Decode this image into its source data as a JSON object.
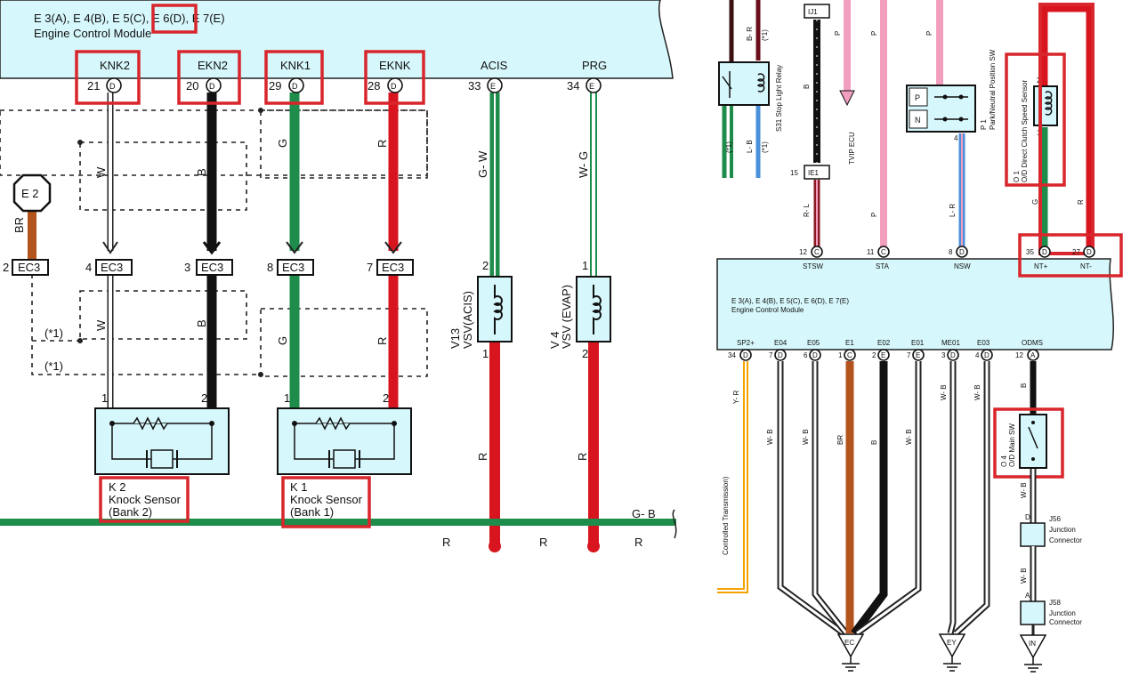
{
  "left": {
    "ecm_connectors": "E 3(A), E 4(B), E 5(C), E 6(D), E 7(E)",
    "ecm_title": "Engine Control Module",
    "terminals": [
      {
        "name": "KNK2",
        "pin": "21",
        "conn": "D"
      },
      {
        "name": "EKN2",
        "pin": "20",
        "conn": "D"
      },
      {
        "name": "KNK1",
        "pin": "29",
        "conn": "D"
      },
      {
        "name": "EKNK",
        "pin": "28",
        "conn": "D"
      },
      {
        "name": "ACIS",
        "pin": "33",
        "conn": "E"
      },
      {
        "name": "PRG",
        "pin": "34",
        "conn": "E"
      }
    ],
    "wire_colors": {
      "w": "W",
      "b": "B",
      "g": "G",
      "r": "R",
      "gw": "G- W",
      "wg": "W- G",
      "br": "BR",
      "gb": "G- B",
      "r_low1": "R",
      "r_low2": "R"
    },
    "ground_label": "E 2",
    "ec3": [
      {
        "pin": "2",
        "label": "EC3"
      },
      {
        "pin": "4",
        "label": "EC3"
      },
      {
        "pin": "3",
        "label": "EC3"
      },
      {
        "pin": "8",
        "label": "EC3"
      },
      {
        "pin": "7",
        "label": "EC3"
      }
    ],
    "shield_note": "(*1)",
    "vsv_acis": {
      "pin_top": "2",
      "pin_bottom": "1",
      "id": "V13",
      "name": "VSV(ACIS)"
    },
    "vsv_evap": {
      "pin_top": "1",
      "pin_bottom": "2",
      "id": "V 4",
      "name": "VSV (EVAP)"
    },
    "k2": {
      "id": "K 2",
      "line1": "Knock Sensor",
      "line2": "(Bank 2)",
      "pin1": "1",
      "pin2": "2"
    },
    "k1": {
      "id": "K 1",
      "line1": "Knock Sensor",
      "line2": "(Bank 1)",
      "pin1": "1",
      "pin2": "2"
    },
    "cut_letter": "R"
  },
  "right": {
    "top_wires": [
      "B- R",
      "(*1)",
      "(*1)",
      "L- B",
      "(*1)",
      "B",
      "P",
      "P",
      "L- R",
      "G",
      "R",
      "R- L"
    ],
    "ij1": "IJ1",
    "ie1": "IE1",
    "ie1_pin": "15",
    "relay_label": "S31 Stop Light Relay",
    "tvip": "TVIP ECU",
    "pn_switch": {
      "p": "P",
      "n": "N",
      "id": "P 1",
      "name": "Park/Neutral Position SW",
      "pin": "4"
    },
    "od_sensor": {
      "id": "O 1",
      "name": "O/D Direct Clutch Speed Sensor",
      "pin_top": "2",
      "pin_bottom": "1"
    },
    "ecm_terms_top": [
      {
        "name": "STSW",
        "pin": "12",
        "conn": "C"
      },
      {
        "name": "STA",
        "pin": "11",
        "conn": "C"
      },
      {
        "name": "NSW",
        "pin": "8",
        "conn": "D"
      },
      {
        "name": "NT+",
        "pin": "35",
        "conn": "D"
      },
      {
        "name": "NT-",
        "pin": "27",
        "conn": "D"
      }
    ],
    "ecm_connectors": "E 3(A), E 4(B), E 5(C), E 6(D), E 7(E)",
    "ecm_title": "Engine Control Module",
    "ecm_terms_bottom": [
      {
        "name": "SP2+",
        "pin": "34",
        "conn": "D"
      },
      {
        "name": "E04",
        "pin": "7",
        "conn": "D"
      },
      {
        "name": "E05",
        "pin": "6",
        "conn": "D"
      },
      {
        "name": "E1",
        "pin": "1",
        "conn": "C"
      },
      {
        "name": "E02",
        "pin": "2",
        "conn": "E"
      },
      {
        "name": "E01",
        "pin": "7",
        "conn": "E"
      },
      {
        "name": "ME01",
        "pin": "3",
        "conn": "D"
      },
      {
        "name": "E03",
        "pin": "4",
        "conn": "D"
      },
      {
        "name": "ODMS",
        "pin": "12",
        "conn": "A"
      }
    ],
    "bottom_wires": [
      "Y- R",
      "W- B",
      "W- B",
      "BR",
      "B",
      "W- B",
      "W- B",
      "W- B",
      "B",
      "W- B",
      "W- B"
    ],
    "od_main_sw": {
      "id": "O 4",
      "name": "O/D Main SW"
    },
    "j56": {
      "id": "J56",
      "line1": "Junction",
      "line2": "Connector",
      "pin": "D"
    },
    "j58": {
      "id": "J58",
      "line1": "Junction",
      "line2": "Connector",
      "pin": "A"
    },
    "grounds": [
      "EC",
      "EY",
      "IN"
    ],
    "transmission_note": "Controlled Transmission)"
  },
  "colors": {
    "ecm_fill": "#d6f7fb",
    "highlight": "#d8262c",
    "green": "#1e8c4a",
    "red": "#d8141f",
    "brown": "#b3541e",
    "pink": "#f29fbf",
    "orange": "#f5a300",
    "blue": "#4a90d9"
  }
}
